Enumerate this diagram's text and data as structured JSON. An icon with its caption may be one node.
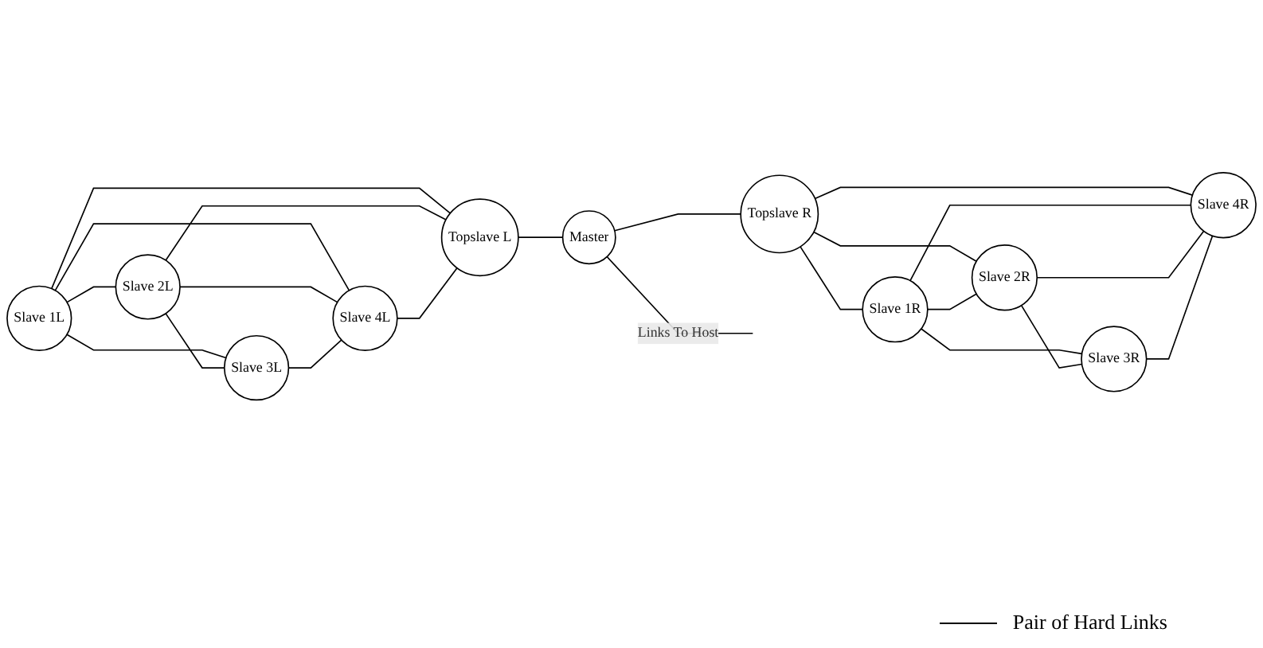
{
  "diagram": {
    "nodes": [
      {
        "text": [
          "Slave 1L"
        ]
      },
      {
        "text": [
          "Slave 2L"
        ]
      },
      {
        "text": [
          "Slave 3L"
        ]
      },
      {
        "text": [
          "Slave 4L"
        ]
      },
      {
        "text": [
          "Topslave L"
        ]
      },
      {
        "text": [
          "Master"
        ]
      },
      {
        "text": [
          "Topslave R"
        ]
      },
      {
        "text": [
          "Slave 1R"
        ]
      },
      {
        "text": [
          "Slave 2R"
        ]
      },
      {
        "text": [
          "Slave 3R"
        ]
      },
      {
        "text": [
          "Slave 4R"
        ]
      }
    ],
    "edges": [
      {
        "from": 0,
        "to": 1,
        "arrow": "none"
      },
      {
        "from": 0,
        "to": 4,
        "arrow": "none"
      },
      {
        "from": 0,
        "to": 2,
        "arrow": "none"
      },
      {
        "from": 0,
        "to": 3,
        "arrow": "none"
      },
      {
        "from": 1,
        "to": 4,
        "arrow": "none"
      },
      {
        "from": 1,
        "to": 2,
        "arrow": "none"
      },
      {
        "from": 1,
        "to": 3,
        "arrow": "none"
      },
      {
        "from": 2,
        "to": 3,
        "arrow": "none"
      },
      {
        "from": 3,
        "to": 4,
        "arrow": "none"
      },
      {
        "from": 4,
        "to": 5,
        "arrow": "none"
      },
      {
        "from": 5,
        "to": 6,
        "arrow": "none"
      },
      {
        "from": 5,
        "to": null,
        "arrow": "none",
        "label": "Links To Host"
      },
      {
        "from": 6,
        "to": 7,
        "arrow": "none"
      },
      {
        "from": 6,
        "to": 8,
        "arrow": "none"
      },
      {
        "from": 6,
        "to": 10,
        "arrow": "none"
      },
      {
        "from": 7,
        "to": 8,
        "arrow": "none"
      },
      {
        "from": 7,
        "to": 10,
        "arrow": "none"
      },
      {
        "from": 7,
        "to": 9,
        "arrow": "none"
      },
      {
        "from": 8,
        "to": 10,
        "arrow": "none"
      },
      {
        "from": 8,
        "to": 9,
        "arrow": "none"
      },
      {
        "from": 9,
        "to": 10,
        "arrow": "none"
      }
    ],
    "legend": [
      {
        "text": "Pair of Hard Links"
      }
    ]
  }
}
